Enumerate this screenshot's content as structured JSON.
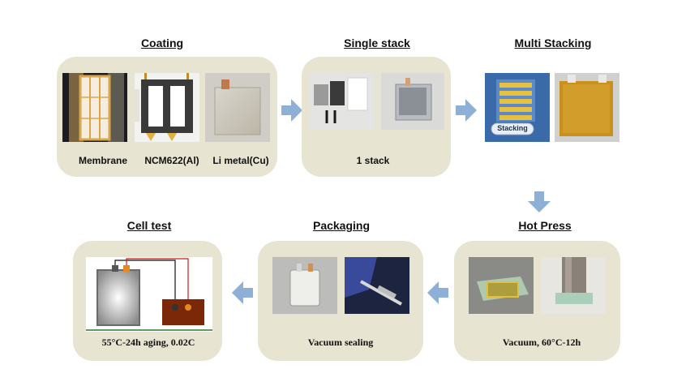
{
  "steps": {
    "coating": {
      "title": "Coating",
      "captions": [
        "Membrane",
        "NCM622(Al)",
        "Li metal(Cu)"
      ]
    },
    "single_stack": {
      "title": "Single stack",
      "caption": "1 stack"
    },
    "multi_stacking": {
      "title": "Multi Stacking",
      "screen_button_label": "Stacking"
    },
    "hot_press": {
      "title": "Hot Press",
      "caption": "Vacuum, 60°C-12h"
    },
    "packaging": {
      "title": "Packaging",
      "caption": "Vacuum sealing"
    },
    "cell_test": {
      "title": "Cell test",
      "caption": "55°C-24h aging, 0.02C"
    }
  },
  "colors": {
    "panel": "#e8e4d2",
    "arrow": "#8fb0d6"
  }
}
